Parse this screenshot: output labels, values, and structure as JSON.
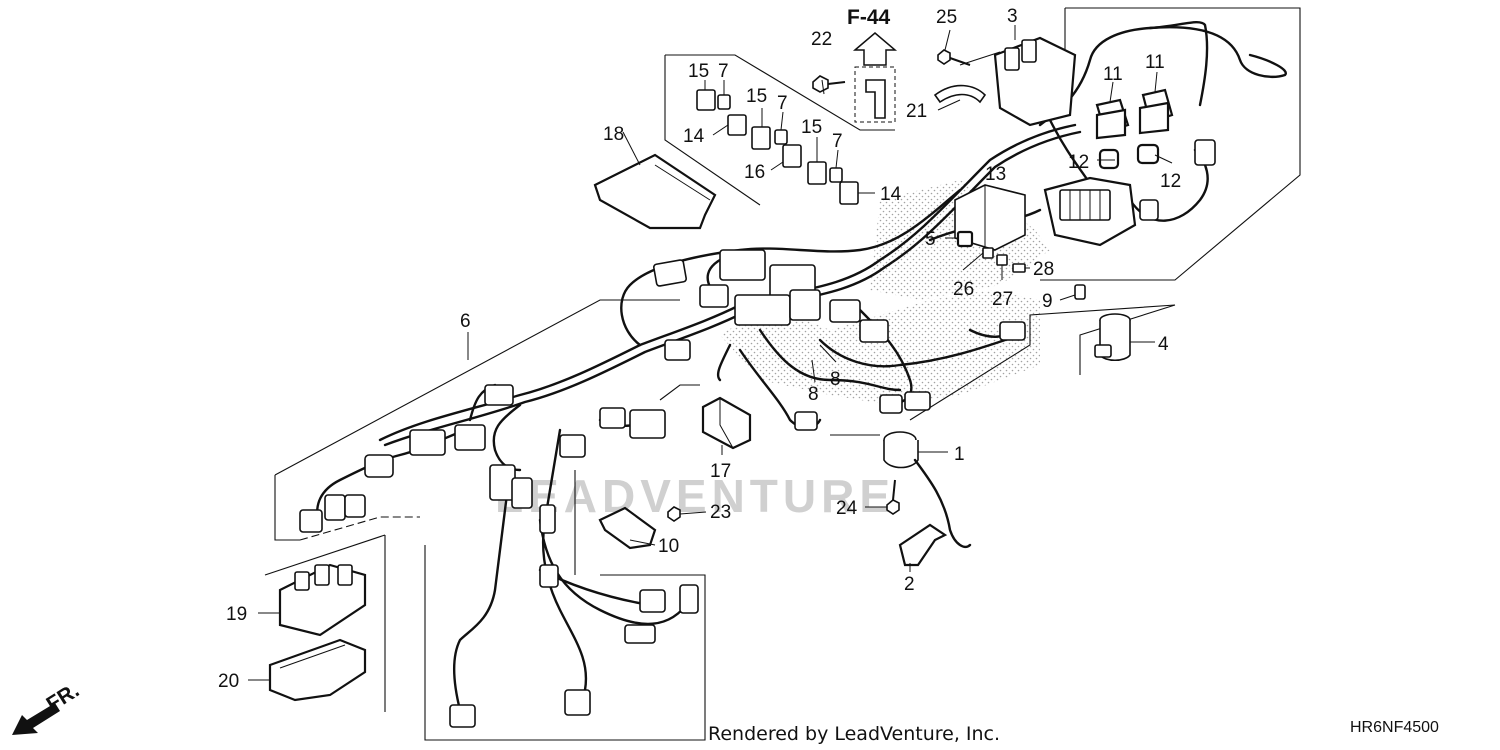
{
  "diagram": {
    "reference": "F-44",
    "direction_label": "FR.",
    "footer_credit": "Rendered by LeadVenture, Inc.",
    "diagram_code": "HR6NF4500",
    "watermark": "LEADVENTURE",
    "callouts": [
      {
        "id": "c1",
        "text": "1"
      },
      {
        "id": "c2",
        "text": "2"
      },
      {
        "id": "c3",
        "text": "3"
      },
      {
        "id": "c4",
        "text": "4"
      },
      {
        "id": "c5",
        "text": "5"
      },
      {
        "id": "c6",
        "text": "6"
      },
      {
        "id": "c7a",
        "text": "7"
      },
      {
        "id": "c7b",
        "text": "7"
      },
      {
        "id": "c7c",
        "text": "7"
      },
      {
        "id": "c8a",
        "text": "8"
      },
      {
        "id": "c8b",
        "text": "8"
      },
      {
        "id": "c9",
        "text": "9"
      },
      {
        "id": "c10",
        "text": "10"
      },
      {
        "id": "c11a",
        "text": "11"
      },
      {
        "id": "c11b",
        "text": "11"
      },
      {
        "id": "c12a",
        "text": "12"
      },
      {
        "id": "c12b",
        "text": "12"
      },
      {
        "id": "c13",
        "text": "13"
      },
      {
        "id": "c14a",
        "text": "14"
      },
      {
        "id": "c14b",
        "text": "14"
      },
      {
        "id": "c15a",
        "text": "15"
      },
      {
        "id": "c15b",
        "text": "15"
      },
      {
        "id": "c15c",
        "text": "15"
      },
      {
        "id": "c16",
        "text": "16"
      },
      {
        "id": "c17",
        "text": "17"
      },
      {
        "id": "c18",
        "text": "18"
      },
      {
        "id": "c19",
        "text": "19"
      },
      {
        "id": "c20",
        "text": "20"
      },
      {
        "id": "c21",
        "text": "21"
      },
      {
        "id": "c22",
        "text": "22"
      },
      {
        "id": "c23",
        "text": "23"
      },
      {
        "id": "c24",
        "text": "24"
      },
      {
        "id": "c25",
        "text": "25"
      },
      {
        "id": "c26",
        "text": "26"
      },
      {
        "id": "c27",
        "text": "27"
      },
      {
        "id": "c28",
        "text": "28"
      }
    ]
  }
}
